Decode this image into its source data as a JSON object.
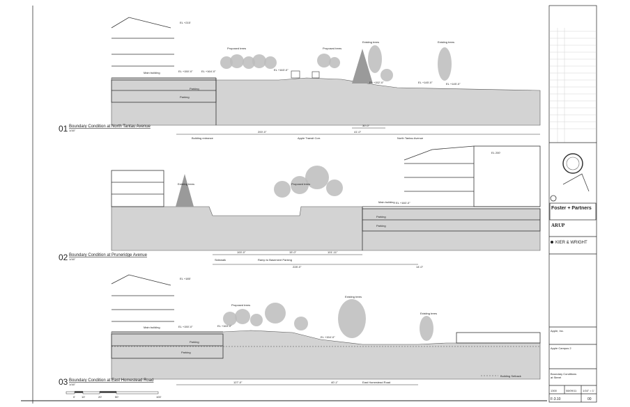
{
  "sections": [
    {
      "number": "01",
      "title": "Boundary Condition at North Tantau Avenue",
      "scale": "1/16\"",
      "labels": {
        "proposed_trees_1": "Proposed trees",
        "proposed_trees_2": "Proposed trees",
        "existing_trees_1": "Existing trees",
        "existing_trees_2": "Existing trees",
        "main_building": "Main building",
        "parking_1": "Parking",
        "parking_2": "Parking",
        "el_top": "EL +215'",
        "el_1": "EL +150'-0\"",
        "el_2": "EL +164'-0\"",
        "el_3": "EL +163'-0\"",
        "el_4": "EL +152'-0\"",
        "el_5": "EL +145'-0\"",
        "el_6": "EL +145'-0\""
      },
      "dimensions": {
        "d1": "200'-0\"",
        "d2": "41'-0\"",
        "d3": "30'-0\"",
        "building_entrance": "Building entrance",
        "transit_corr": "Apple Transit Corr.",
        "street": "North Tantau Avenue"
      }
    },
    {
      "number": "02",
      "title": "Boundary Condition at Pruneridge Avenue",
      "scale": "1/16\"",
      "labels": {
        "existing_trees": "Existing trees",
        "proposed_trees": "Proposed trees",
        "main_building": "Main building",
        "parking_1": "Parking",
        "parking_2": "Parking",
        "el_top": "EL 200'",
        "el_1": "EL +160'-0\""
      },
      "dimensions": {
        "d1": "100'-0\"",
        "d2": "15'-0\"",
        "d3": "101'-11\"",
        "d4": "228'-0\"",
        "d5": "14'-0\"",
        "sidewalk": "Sidewalk",
        "ramp": "Ramp to Basement Parking"
      }
    },
    {
      "number": "03",
      "title": "Boundary Condition at East Homestead Road",
      "scale": "1/16\"",
      "labels": {
        "proposed_trees": "Proposed trees",
        "existing_trees_1": "Existing trees",
        "existing_trees_2": "Existing trees",
        "main_building": "Main building",
        "parking_1": "Parking",
        "parking_2": "Parking",
        "el_top": "EL +185'",
        "el_1": "EL +150'-0\"",
        "el_2": "EL +163'-0\"",
        "el_3": "EL +154'-0\""
      },
      "dimensions": {
        "d1": "127'-0\"",
        "d2": "40'-1\"",
        "street": "East Homestead Road"
      },
      "legend": "Building Setback"
    }
  ],
  "scale_bar": [
    "0'",
    "10'",
    "20'",
    "50'",
    "100'"
  ],
  "title_block": {
    "architect": "Foster + Partners",
    "engineer": "ARUP",
    "civil": "KIER & WRIGHT",
    "client": "Apple, Inc.",
    "project": "Apple Campus 2",
    "drawing_title_1": "Boundary Conditions",
    "drawing_title_2": "at Street",
    "project_no": "1300",
    "date": "08/09/11",
    "scale": "1/16\" = 1'",
    "drawing_no": "F-3.10",
    "revision": "00"
  }
}
